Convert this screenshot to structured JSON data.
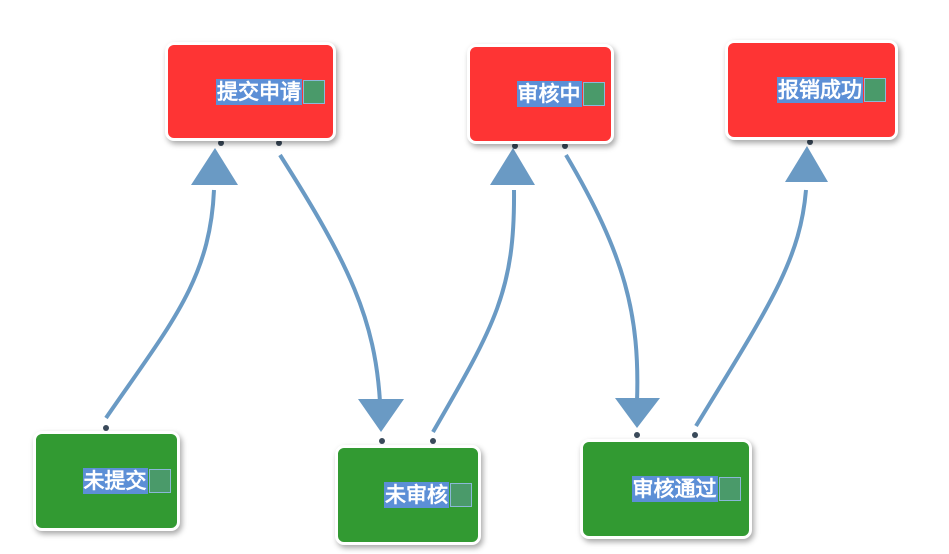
{
  "nodes": {
    "submit_request": {
      "label": "提交申请",
      "color": "#fe3434"
    },
    "reviewing": {
      "label": "审核中",
      "color": "#fe3434"
    },
    "reimburse_success": {
      "label": "报销成功",
      "color": "#fe3434"
    },
    "not_submitted": {
      "label": "未提交",
      "color": "#329a32"
    },
    "not_reviewed": {
      "label": "未审核",
      "color": "#329a32"
    },
    "review_passed": {
      "label": "审核通过",
      "color": "#329a32"
    }
  },
  "edges": [
    {
      "from": "未提交",
      "to": "提交申请"
    },
    {
      "from": "提交申请",
      "to": "未审核"
    },
    {
      "from": "未审核",
      "to": "审核中"
    },
    {
      "from": "审核中",
      "to": "审核通过"
    },
    {
      "from": "审核通过",
      "to": "报销成功"
    }
  ],
  "colors": {
    "edge": "#6a9ac4",
    "port": "#3a4a5a",
    "label_highlight": "#5c8fd6",
    "chip": "#4a9a6a"
  }
}
